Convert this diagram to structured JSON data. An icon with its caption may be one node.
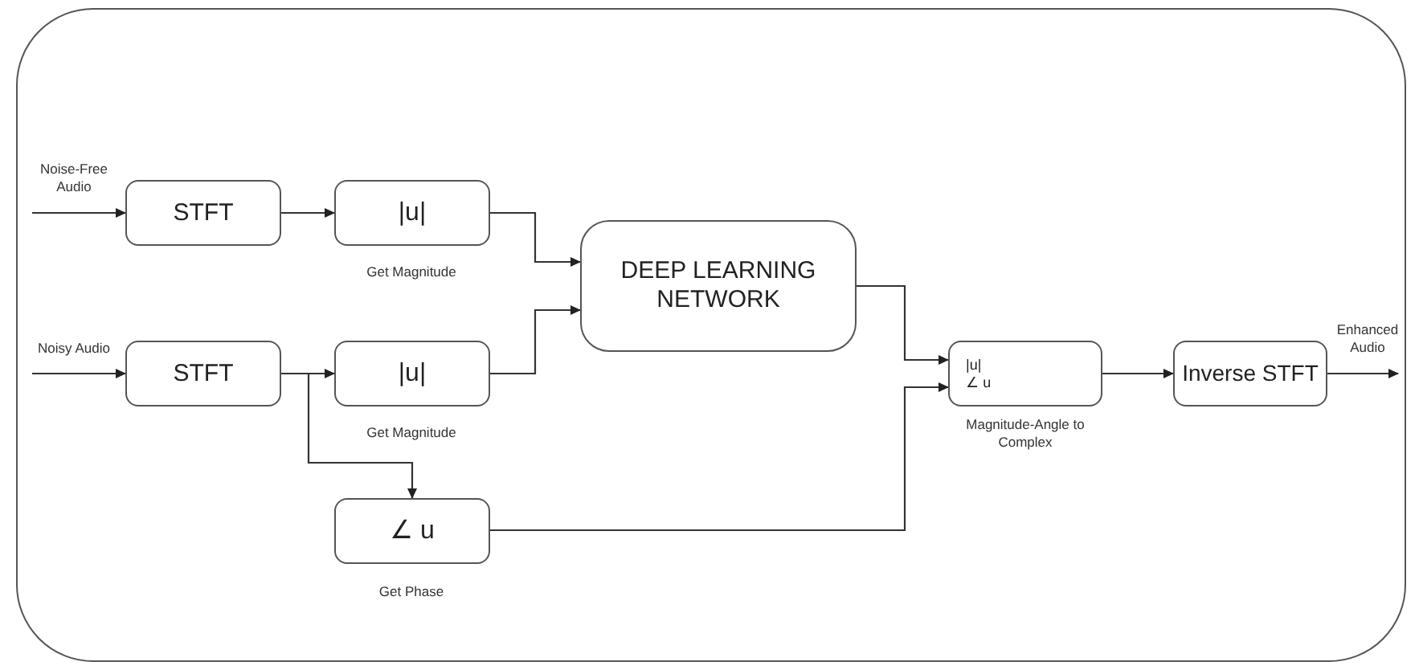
{
  "diagram": {
    "nodes": [
      {
        "text": [],
        "shape": "box"
      },
      {
        "text": [
          "STFT"
        ],
        "in": 0
      },
      {
        "text": [
          "|u|"
        ],
        "in": 0,
        "beside": [
          "Get Magnitude"
        ]
      },
      {
        "text": [
          "DEEP LEARNING NETWORK"
        ],
        "in": 0
      },
      {
        "text": [
          "STFT"
        ],
        "in": 0
      },
      {
        "text": [
          "|u|"
        ],
        "in": 0,
        "beside": [
          "Get Magnitude"
        ]
      },
      {
        "text": [
          "∠ u"
        ],
        "in": 0,
        "beside": [
          "Get Phase"
        ]
      },
      {
        "text": [
          "|u|",
          "∠ u"
        ],
        "in": 0,
        "beside": [
          "Magnitude-Angle to Complex"
        ]
      },
      {
        "text": [
          "Inverse STFT"
        ],
        "in": 0
      }
    ],
    "edges": [
      {
        "from": null,
        "to": 1,
        "arrow": "to",
        "label": "Noise-Free Audio"
      },
      {
        "from": 1,
        "to": 2,
        "arrow": "to"
      },
      {
        "from": 2,
        "to": 3,
        "arrow": "to"
      },
      {
        "from": null,
        "to": 4,
        "arrow": "to",
        "label": "Noisy Audio"
      },
      {
        "from": 4,
        "to": 5,
        "arrow": "to"
      },
      {
        "from": 4,
        "to": 6,
        "arrow": "to"
      },
      {
        "from": 5,
        "to": 3,
        "arrow": "to"
      },
      {
        "from": 3,
        "to": 7,
        "arrow": "to"
      },
      {
        "from": 6,
        "to": 7,
        "arrow": "to"
      },
      {
        "from": 7,
        "to": 8,
        "arrow": "to"
      },
      {
        "from": 8,
        "to": null,
        "arrow": "to",
        "label": "Enhanced Audio"
      }
    ]
  }
}
